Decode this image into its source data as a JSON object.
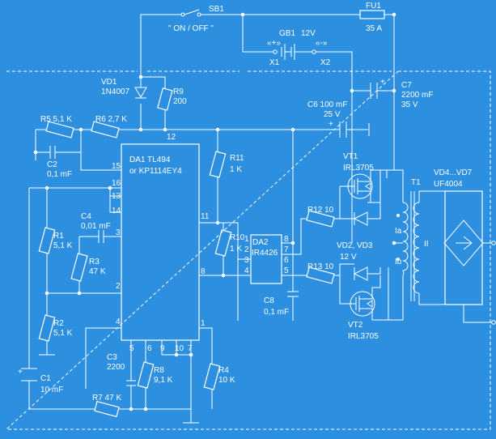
{
  "switch": {
    "ref": "SB1",
    "caption": "\" ON / OFF \""
  },
  "fuse": {
    "ref": "FU1",
    "value": "35 A"
  },
  "battery": {
    "ref": "GB1",
    "value": "12V",
    "plus": "«+»",
    "minus": "«-»",
    "x1": "X1",
    "x2": "X2"
  },
  "vd1": {
    "ref": "VD1",
    "value": "1N4007"
  },
  "r9": {
    "ref": "R9",
    "value": "200"
  },
  "r5": {
    "label": "R5 5,1 K"
  },
  "r6": {
    "label": "R6 2,7 K"
  },
  "c2": {
    "ref": "C2",
    "value": "0,1 mF"
  },
  "ic1": {
    "ref": "DA1 TL494",
    "alt": "or KP1114EY4",
    "pins": [
      "15",
      "16",
      "13",
      "14",
      "3",
      "2",
      "4",
      "12",
      "11",
      "8",
      "5",
      "6",
      "9",
      "10",
      "7",
      "1"
    ]
  },
  "c4": {
    "ref": "C4",
    "value": "0,01 mF"
  },
  "r1": {
    "ref": "R1",
    "value": "5,1 K"
  },
  "r3": {
    "ref": "R3",
    "value": "47 K"
  },
  "r2": {
    "ref": "R2",
    "value": "5,1 K"
  },
  "c1": {
    "plus": "+",
    "ref": "C1",
    "value": "10 mF"
  },
  "c3": {
    "ref": "C3",
    "value": "2200"
  },
  "r8": {
    "ref": "R8",
    "value": "9,1 K"
  },
  "r7": {
    "label": "R7 47 K"
  },
  "r4": {
    "ref": "R4",
    "value": "10 K"
  },
  "r11": {
    "ref": "R11",
    "value": "1 K"
  },
  "r10": {
    "ref": "R10",
    "value": "1 K"
  },
  "ic2": {
    "ref": "DA2",
    "value": "IR4426",
    "pins": [
      "1",
      "2",
      "3",
      "4",
      "8",
      "7",
      "6",
      "5"
    ]
  },
  "c8": {
    "ref": "C8",
    "value": "0,1 mF"
  },
  "c6": {
    "label": "C6 100 mF",
    "volt": "25 V",
    "plus": "+"
  },
  "c7": {
    "ref": "C7",
    "value": "2200 mF",
    "volt": "35 V",
    "plus": "+"
  },
  "vt1": {
    "ref": "VT1",
    "value": "IRL3705"
  },
  "vt2": {
    "ref": "VT2",
    "value": "IRL3705"
  },
  "r12": {
    "label": "R12 10"
  },
  "r13": {
    "label": "R13 10"
  },
  "vd23": {
    "ref": "VD2, VD3",
    "value": "12 V"
  },
  "t1": {
    "ref": "T1",
    "ia": "Ia",
    "ib": "Ib",
    "ii": "II"
  },
  "bridge": {
    "ref": "VD4...VD7",
    "value": "UF4004"
  }
}
